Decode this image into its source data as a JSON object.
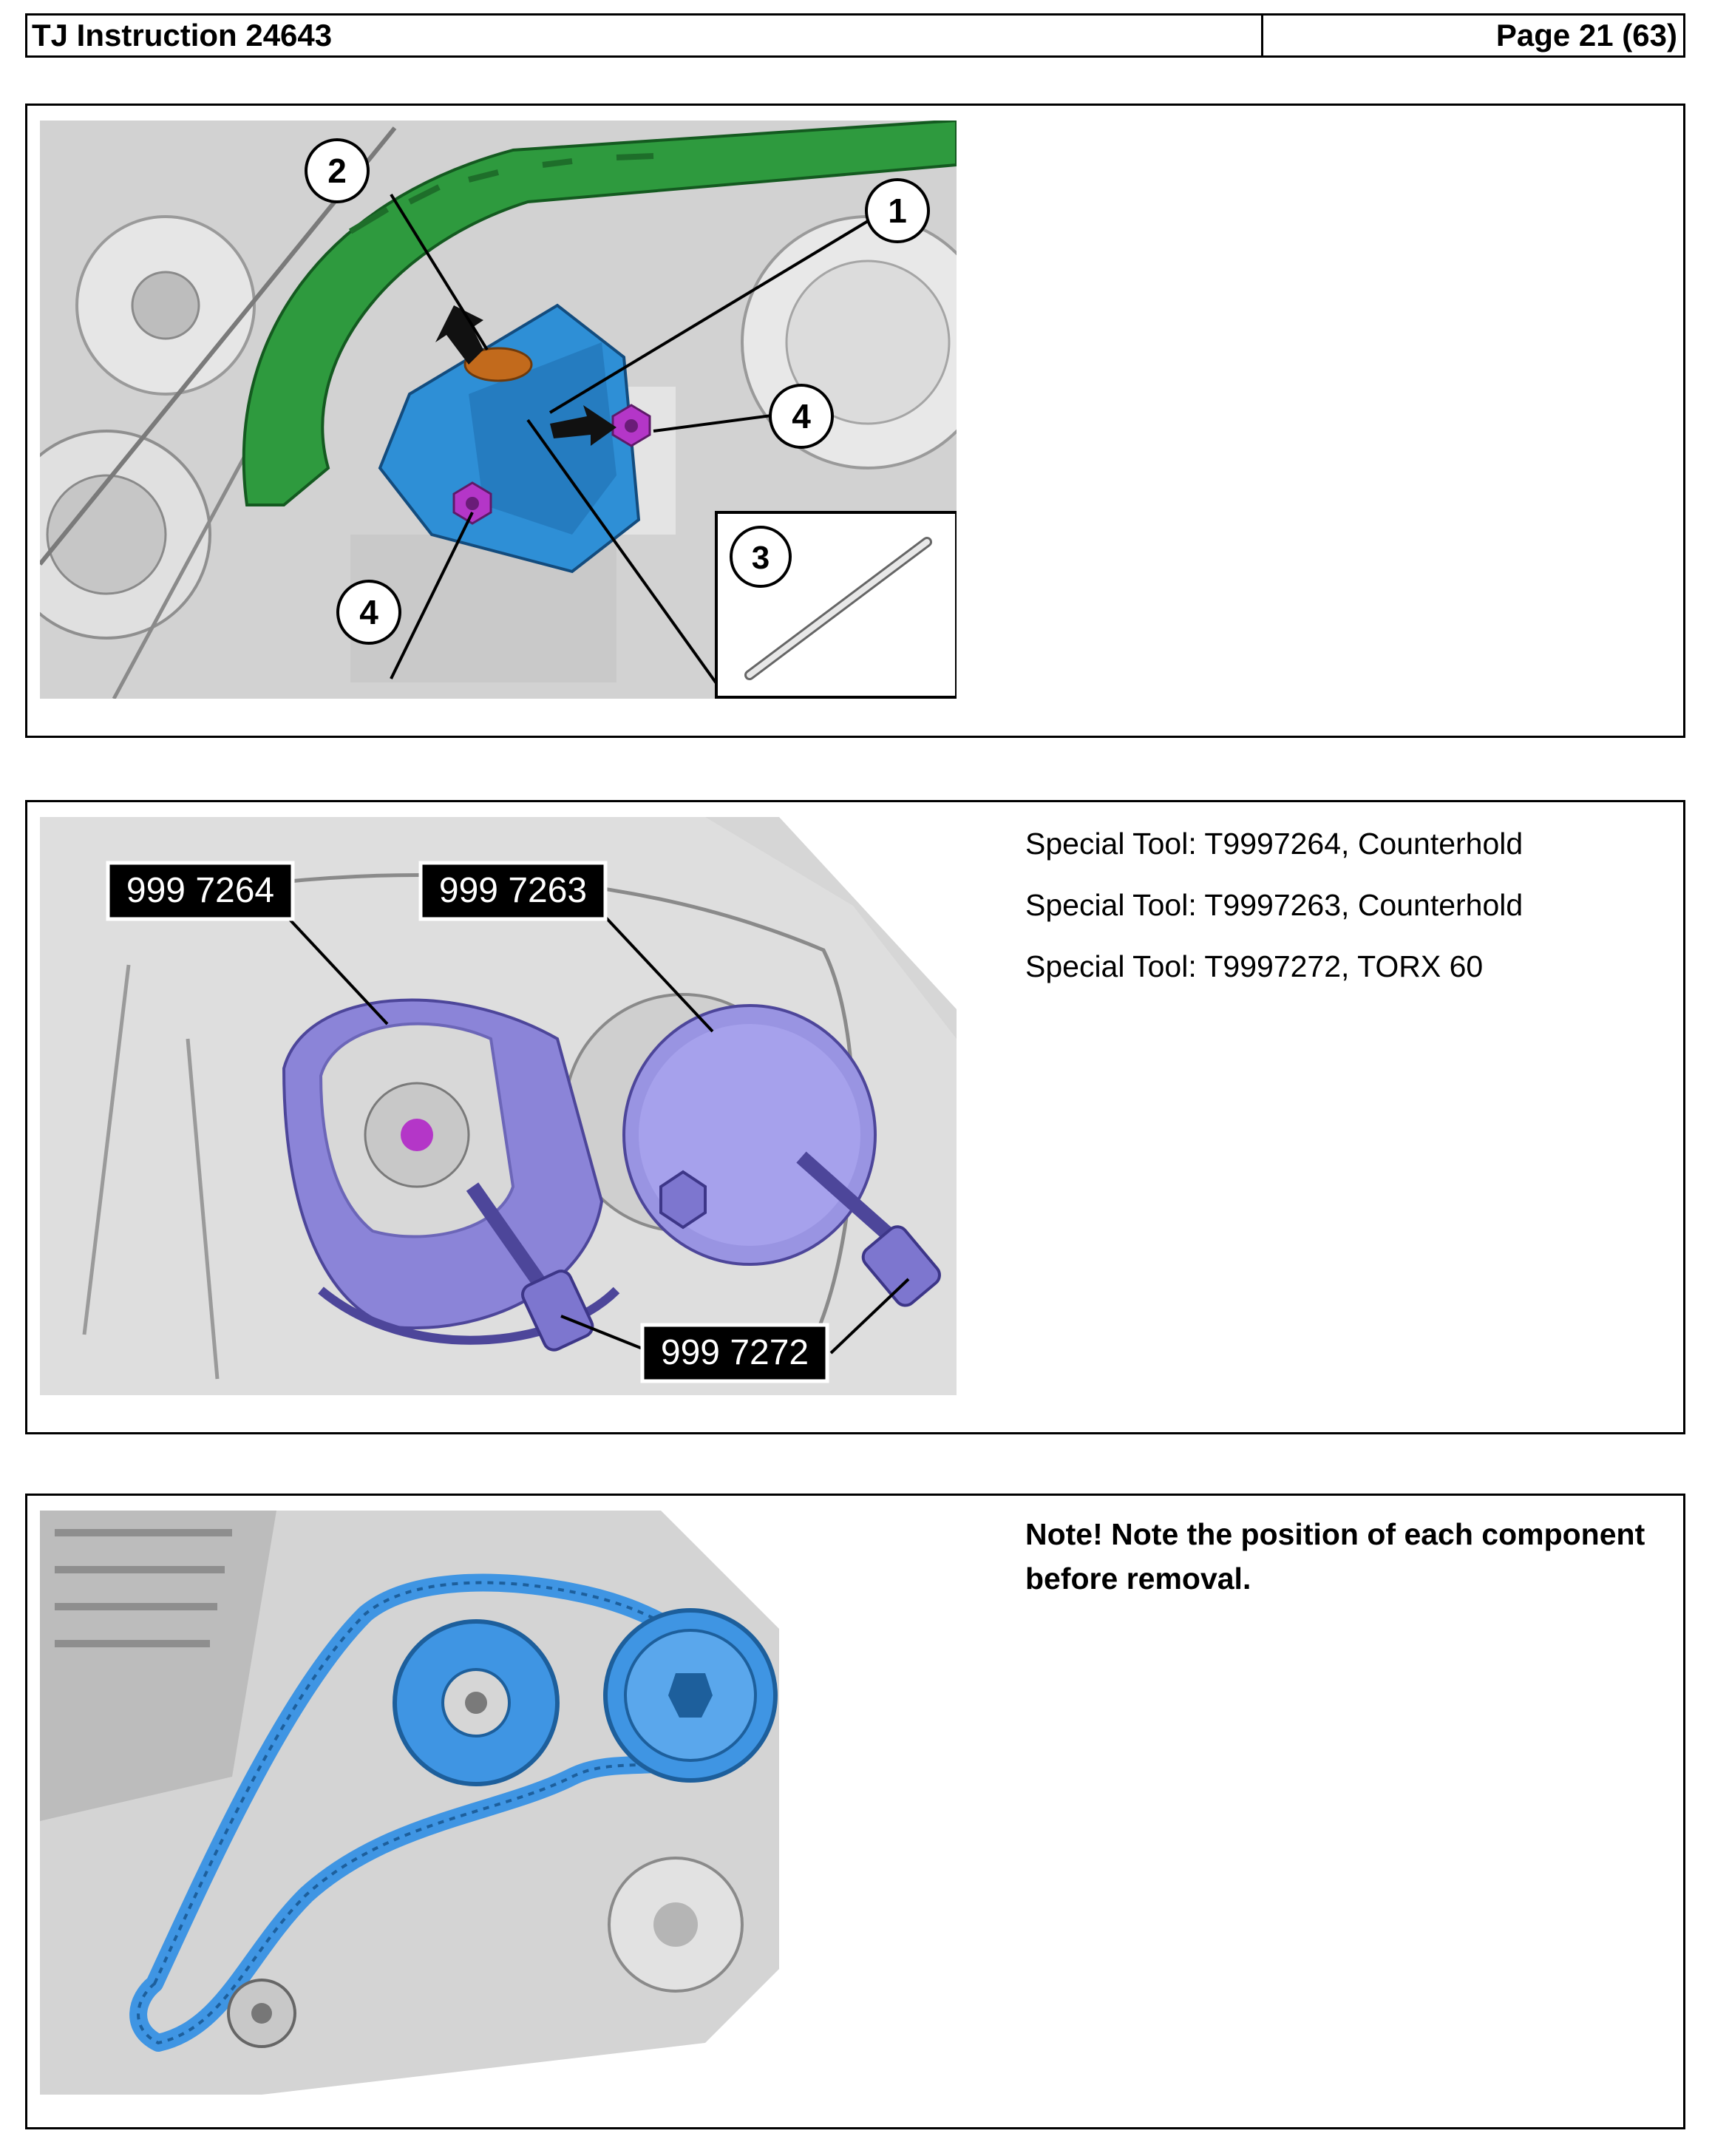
{
  "header": {
    "title": "TJ Instruction 24643",
    "page": "Page 21 (63)"
  },
  "figure1": {
    "callouts": [
      "1",
      "2",
      "3",
      "4",
      "4"
    ]
  },
  "figure2": {
    "tool_labels": [
      "999 7264",
      "999 7263",
      "999 7272"
    ]
  },
  "panel2_text": {
    "lines": [
      "Special Tool: T9997264, Counterhold",
      "Special Tool: T9997263, Counterhold",
      "Special Tool: T9997272, TORX 60"
    ]
  },
  "panel3_text": {
    "note": "Note!  Note the position of each component before removal."
  },
  "colors": {
    "guide_green": "#2e9a3e",
    "tensioner_blue": "#2e8fd6",
    "tool_purple": "#8b84d8",
    "chain_blue": "#3f95e3",
    "bolt_magenta": "#b436c8"
  }
}
